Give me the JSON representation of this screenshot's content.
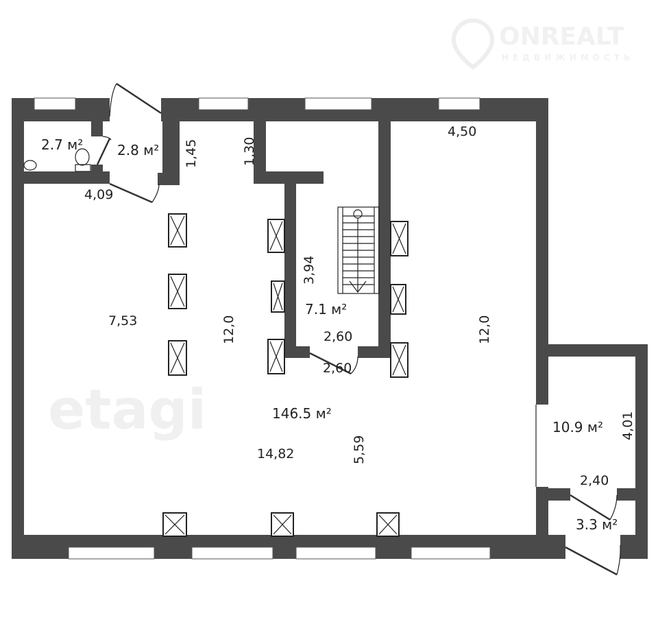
{
  "logo": {
    "brand": "ONREALT",
    "tagline": "НЕДВИЖИМОСТЬ"
  },
  "watermark": "etagi",
  "rooms": {
    "wc": "2.7 м²",
    "hall": "2.8 м²",
    "main": "146.5 м²",
    "stair": "7.1 м²",
    "annex": "10.9 м²",
    "vestibule": "3.3 м²"
  },
  "dimensions": {
    "d_4_09": "4,09",
    "d_1_45": "1,45",
    "d_1_30": "1,30",
    "d_4_50": "4,50",
    "d_3_94": "3,94",
    "d_7_53": "7,53",
    "d_12_0_left": "12,0",
    "d_12_0_right": "12,0",
    "d_2_60_a": "2,60",
    "d_2_60_b": "2,60",
    "d_14_82": "14,82",
    "d_5_59": "5,59",
    "d_4_01": "4,01",
    "d_2_40": "2,40"
  }
}
